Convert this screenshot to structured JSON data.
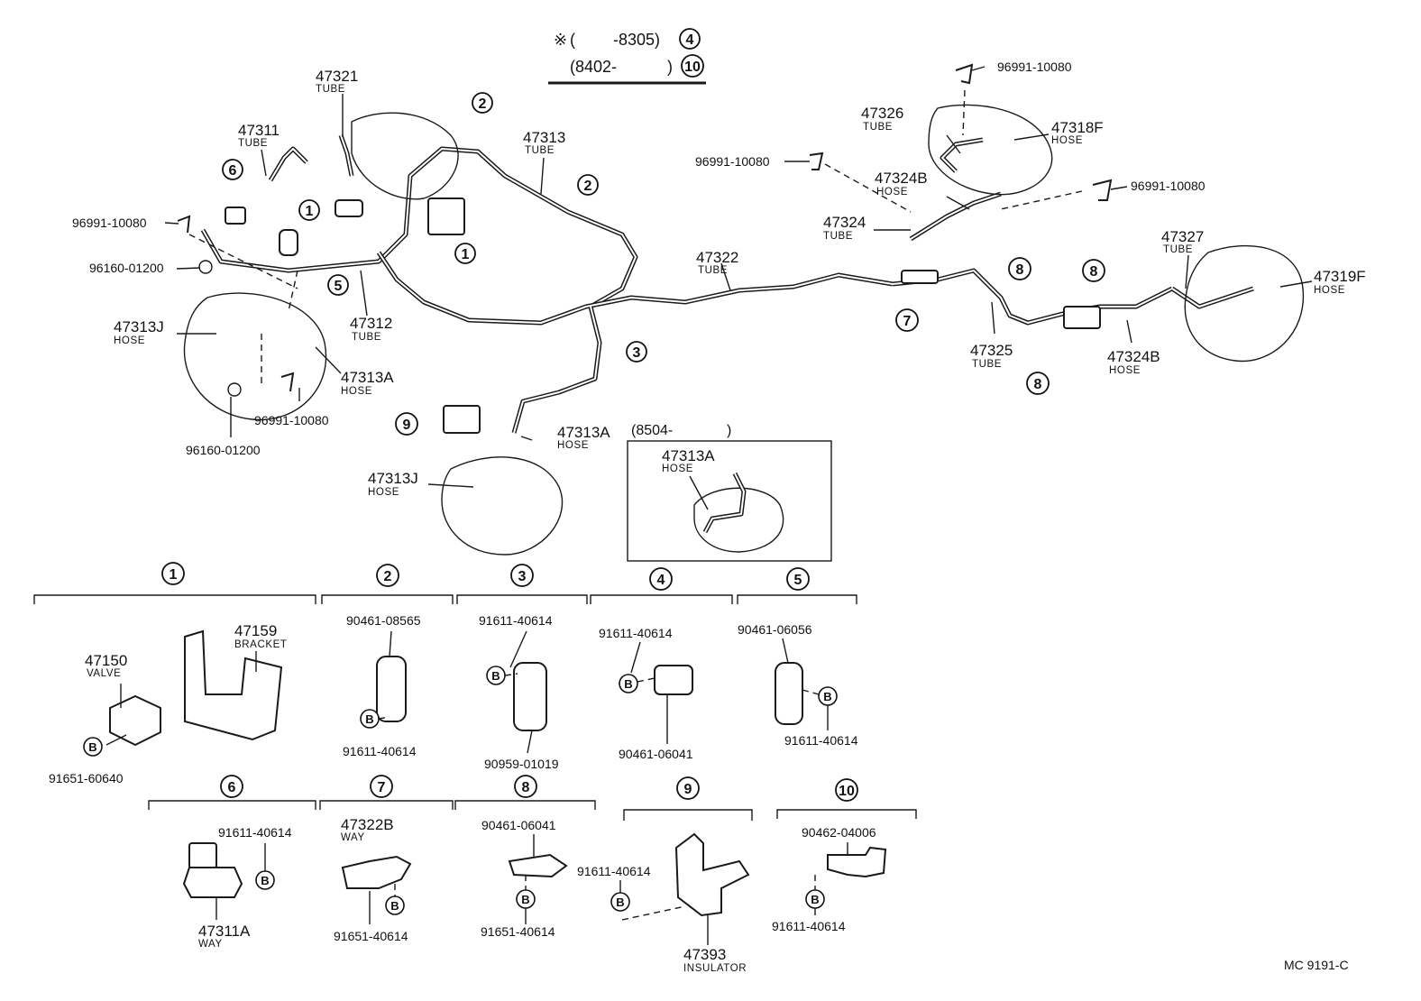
{
  "header": {
    "mark": "※",
    "row1_open": "(",
    "row1_range": "-8305)",
    "row1_ref": "4",
    "row2_open": "(8402-",
    "row2_close": ")",
    "row2_ref": "10"
  },
  "callouts": [
    {
      "num": "47321",
      "sub": "TUBE"
    },
    {
      "num": "47311",
      "sub": "TUBE"
    },
    {
      "num": "47313",
      "sub": "TUBE"
    },
    {
      "num": "47312",
      "sub": "TUBE"
    },
    {
      "num": "47313J",
      "sub": "HOSE"
    },
    {
      "num": "47313A",
      "sub": "HOSE"
    },
    {
      "num": "47313A",
      "sub": "HOSE"
    },
    {
      "num": "47313J",
      "sub": "HOSE"
    },
    {
      "num": "47313A",
      "sub": "HOSE"
    },
    {
      "num": "47322",
      "sub": "TUBE"
    },
    {
      "num": "47326",
      "sub": "TUBE"
    },
    {
      "num": "47318F",
      "sub": "HOSE"
    },
    {
      "num": "47324B",
      "sub": "HOSE"
    },
    {
      "num": "47324",
      "sub": "TUBE"
    },
    {
      "num": "47325",
      "sub": "TUBE"
    },
    {
      "num": "47327",
      "sub": "TUBE"
    },
    {
      "num": "47319F",
      "sub": "HOSE"
    },
    {
      "num": "47324B",
      "sub": "HOSE"
    }
  ],
  "part_numbers": [
    "96991-10080",
    "96160-01200",
    "96991-10080",
    "96160-01200",
    "96991-10080",
    "96991-10080",
    "96991-10080"
  ],
  "inset": {
    "label": "(8504-",
    "close": ")"
  },
  "diagram_circles": [
    "6",
    "1",
    "1",
    "5",
    "2",
    "2",
    "3",
    "9",
    "7",
    "8",
    "8",
    "8"
  ],
  "sections": [
    {
      "id": "1",
      "items": [
        {
          "num": "47150",
          "sub": "VALVE"
        },
        {
          "num": "47159",
          "sub": "BRACKET"
        },
        {
          "num": "91651-60640"
        }
      ]
    },
    {
      "id": "2",
      "items": [
        {
          "num": "90461-08565"
        },
        {
          "num": "91611-40614"
        }
      ]
    },
    {
      "id": "3",
      "items": [
        {
          "num": "91611-40614"
        },
        {
          "num": "90959-01019"
        }
      ]
    },
    {
      "id": "4",
      "items": [
        {
          "num": "91611-40614"
        },
        {
          "num": "90461-06041"
        }
      ]
    },
    {
      "id": "5",
      "items": [
        {
          "num": "90461-06056"
        },
        {
          "num": "91611-40614"
        }
      ]
    },
    {
      "id": "6",
      "items": [
        {
          "num": "91611-40614"
        },
        {
          "num": "47311A",
          "sub": "WAY"
        }
      ]
    },
    {
      "id": "7",
      "items": [
        {
          "num": "47322B",
          "sub": "WAY"
        },
        {
          "num": "91651-40614"
        }
      ]
    },
    {
      "id": "8",
      "items": [
        {
          "num": "90461-06041"
        },
        {
          "num": "91651-40614"
        }
      ]
    },
    {
      "id": "9",
      "items": [
        {
          "num": "91611-40614"
        },
        {
          "num": "47393",
          "sub": "INSULATOR"
        }
      ]
    },
    {
      "id": "10",
      "items": [
        {
          "num": "90462-04006"
        },
        {
          "num": "91611-40614"
        }
      ]
    }
  ],
  "bolt_letter": "B",
  "figure_code": "MC 9191-C"
}
